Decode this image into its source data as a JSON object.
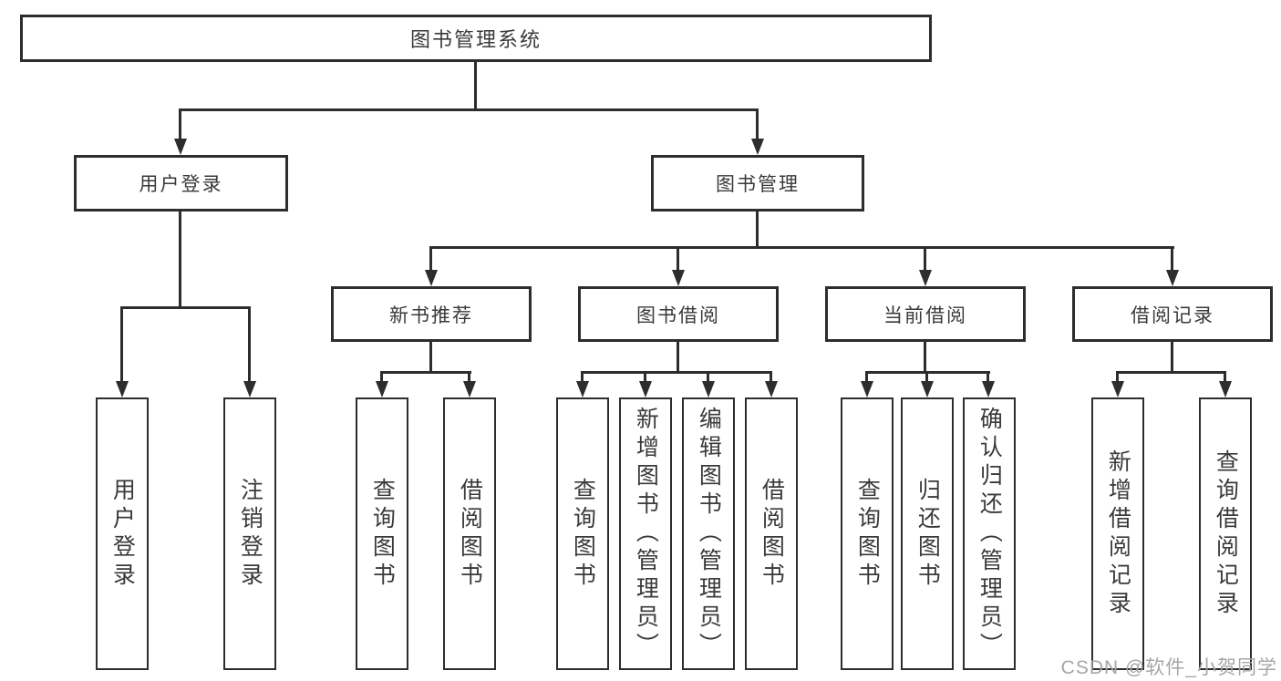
{
  "diagram": {
    "type": "hierarchy-tree",
    "background_color": "#ffffff",
    "line_color": "#2d2d2d",
    "text_color": "#3a3a3a",
    "watermark_color": "#a6a6a6",
    "nodes": {
      "root": "图书管理系统",
      "userLoginGroup": "用户登录",
      "bookManagement": "图书管理",
      "newBookRecommend": "新书推荐",
      "bookBorrow": "图书借阅",
      "currentBorrow": "当前借阅",
      "borrowRecord": "借阅记录",
      "userLogin": "用户登录",
      "logout": "注销登录",
      "recQueryBook": "查询图书",
      "recBorrowBook": "借阅图书",
      "bbQueryBook": "查询图书",
      "bbAddBook": "新增图书（管理员）",
      "bbEditBook": "编辑图书（管理员）",
      "bbBorrowBook": "借阅图书",
      "cbQueryBook": "查询图书",
      "cbReturnBook": "归还图书",
      "cbConfirmReturn": "确认归还（管理员）",
      "brAddRecord": "新增借阅记录",
      "brQueryRecord": "查询借阅记录"
    },
    "watermark": "CSDN @软件_小贺同学"
  }
}
